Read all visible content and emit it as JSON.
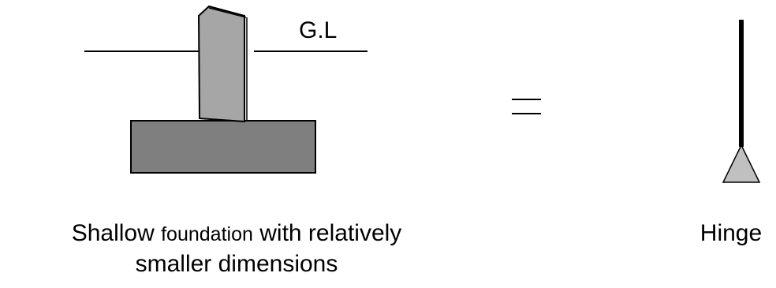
{
  "ground_label": "G.L",
  "equals_sign": "=",
  "left_caption": {
    "line1_a": "Shallow",
    "line1_b": "foundation",
    "line1_c": "with relatively",
    "line2": "smaller dimensions"
  },
  "right_caption": "Hinge",
  "colors": {
    "column_fill": "#a6a6a6",
    "footing_fill": "#7f7f7f",
    "support_fill": "#c0c0c0",
    "line": "#000000"
  }
}
